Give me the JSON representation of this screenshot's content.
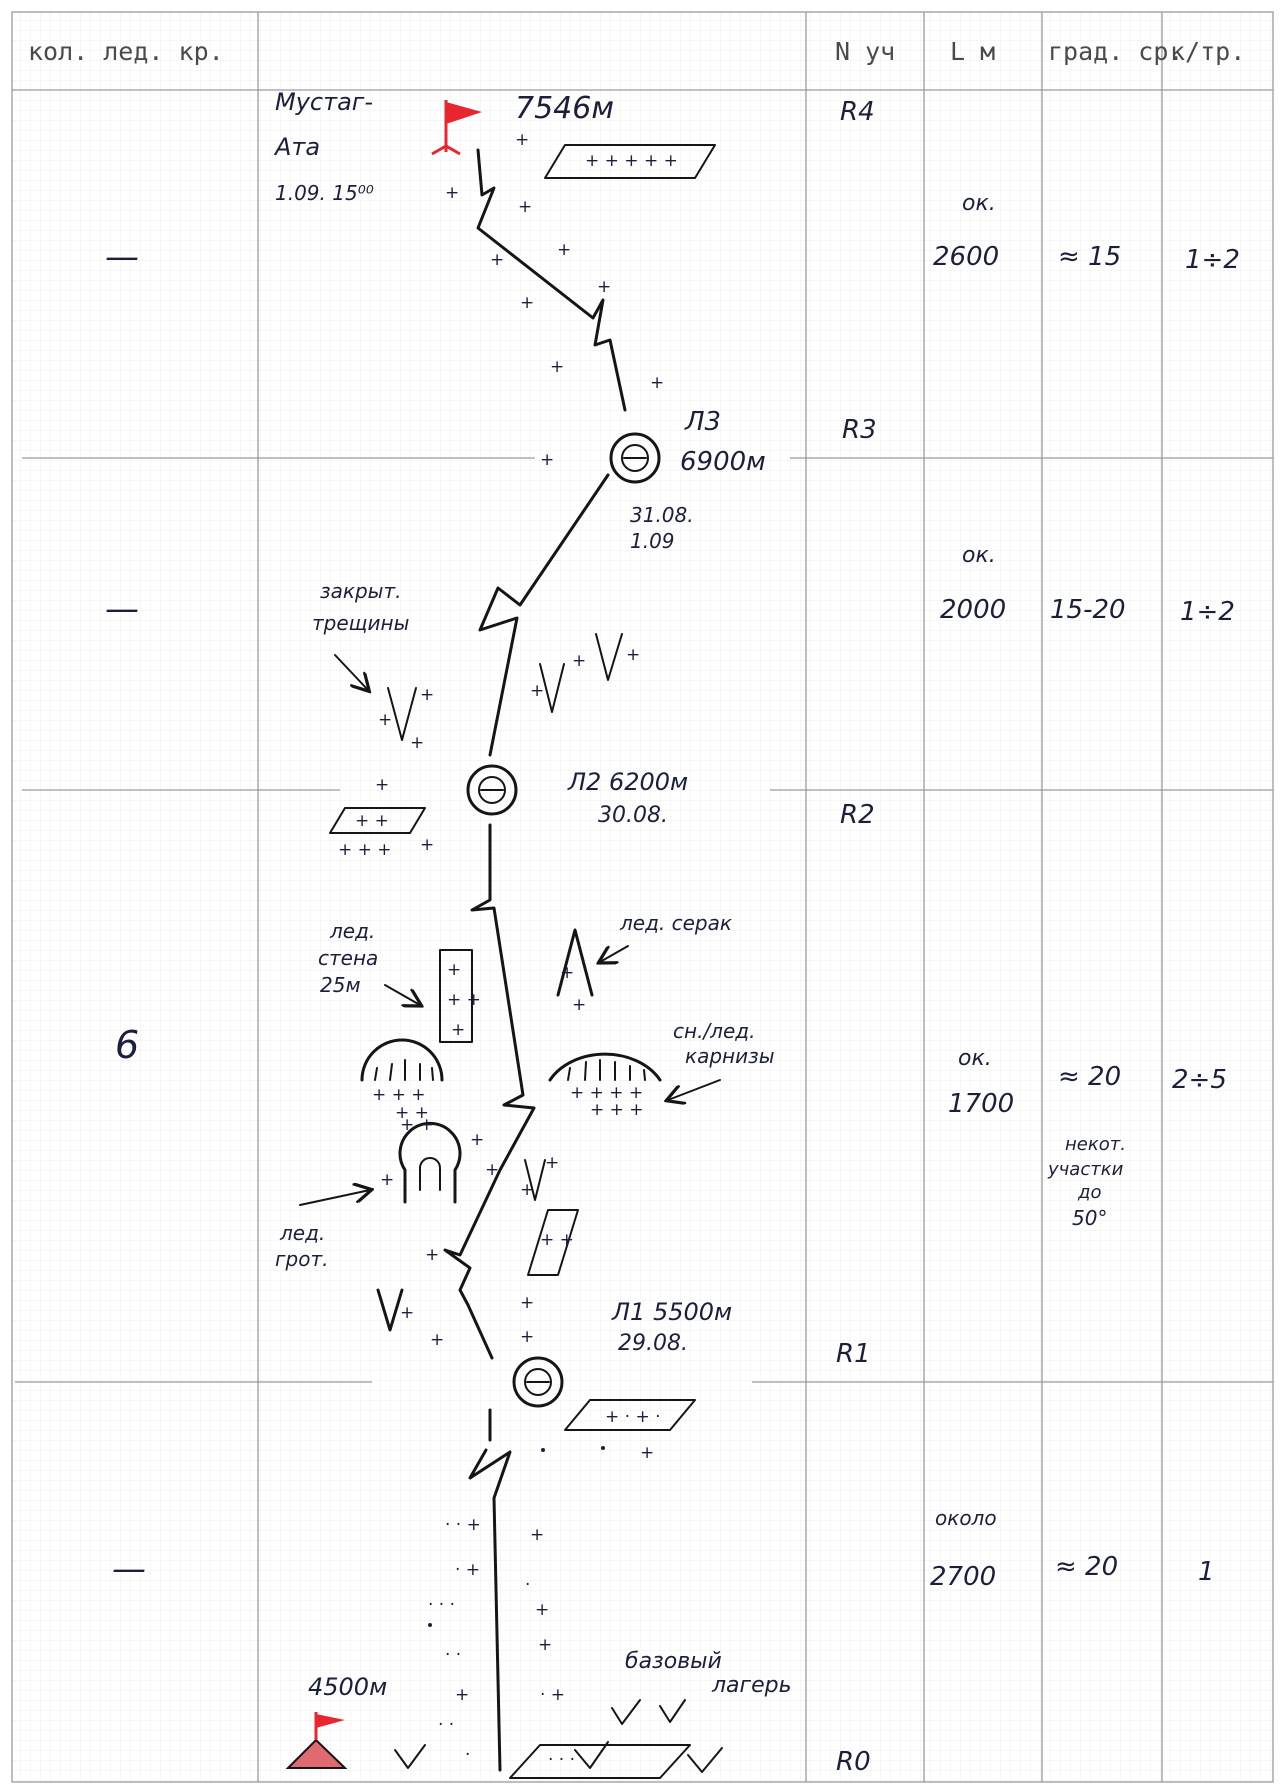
{
  "headers": {
    "col_ice": "кол. лед. кр.",
    "col_section": "N уч",
    "col_length": "L м",
    "col_angle": "град. ср.",
    "col_grade": "к/тр."
  },
  "rows": [
    {
      "ice": "—",
      "length_prefix": "ок.",
      "length": "2600",
      "angle": "≈ 15",
      "grade": "1÷2"
    },
    {
      "ice": "—",
      "length_prefix": "ок.",
      "length": "2000",
      "angle": "15-20",
      "grade": "1÷2"
    },
    {
      "ice": "6",
      "length_prefix": "ок.",
      "length": "1700",
      "angle": "≈ 20",
      "angle_note": [
        "некот.",
        "участки",
        "до",
        "50°"
      ],
      "grade": "2÷5"
    },
    {
      "ice": "—",
      "length_prefix": "около",
      "length": "2700",
      "angle": "≈ 20",
      "grade": "1"
    }
  ],
  "sections": [
    "R4",
    "R3",
    "R2",
    "R1",
    "R0"
  ],
  "summit": {
    "name_line1": "Мустаг-",
    "name_line2": "Ата",
    "date": "1.09. 15⁰⁰",
    "altitude": "7546м"
  },
  "camps": [
    {
      "id": "camp-3",
      "label": "Л3",
      "altitude": "6900м",
      "dates": [
        "31.08.",
        "1.09"
      ]
    },
    {
      "id": "camp-2",
      "label": "Л2 6200м",
      "date": "30.08."
    },
    {
      "id": "camp-1",
      "label": "Л1 5500м",
      "date": "29.08."
    }
  ],
  "base_camp": {
    "altitude": "4500м",
    "label_line1": "базовый",
    "label_line2": "лагерь"
  },
  "annotations": {
    "closed_crevasses": [
      "закрыт.",
      "трещины"
    ],
    "ice_wall": [
      "лед.",
      "стена",
      "25м"
    ],
    "ice_serac": "лед. серак",
    "cornices": [
      "сн./лед.",
      "карнизы"
    ],
    "ice_grotto": [
      "лед.",
      "грот."
    ]
  },
  "icons": {
    "flag": "red-flag-icon",
    "camp": "tent-circle-icon",
    "base": "base-tent-icon"
  },
  "colors": {
    "flag": "#e8262f",
    "ink": "#1b1f3a",
    "base_fill": "#e06a72"
  }
}
